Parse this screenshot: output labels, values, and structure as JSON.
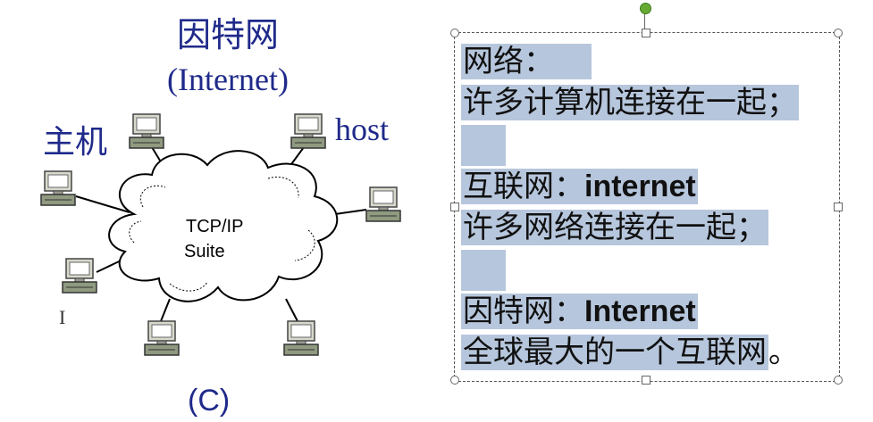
{
  "diagram": {
    "title_cn": "因特网",
    "title_en": "(Internet)",
    "host_cn": "主机",
    "host_en": "host",
    "cloud_label_line1": "TCP/IP",
    "cloud_label_line2": "Suite",
    "caption": "(C)",
    "cursor_glyph": "I"
  },
  "textbox": {
    "lines": [
      {
        "cn": "网络：",
        "en": ""
      },
      {
        "cn": "许多计算机连接在一起；",
        "en": ""
      },
      {
        "cn": "",
        "en": ""
      },
      {
        "cn": "互联网：",
        "en": "internet"
      },
      {
        "cn": "许多网络连接在一起；",
        "en": ""
      },
      {
        "cn": "",
        "en": ""
      },
      {
        "cn": "因特网：",
        "en": "Internet"
      },
      {
        "cn": "全球最大的一个互联网",
        "en": "",
        "tail": "。"
      }
    ],
    "highlight_color": "#b6c6dc"
  },
  "colors": {
    "text_blue": "#1f2a8a",
    "computer_gray": "#8a8a80",
    "rotate_knob": "#66aa33"
  }
}
